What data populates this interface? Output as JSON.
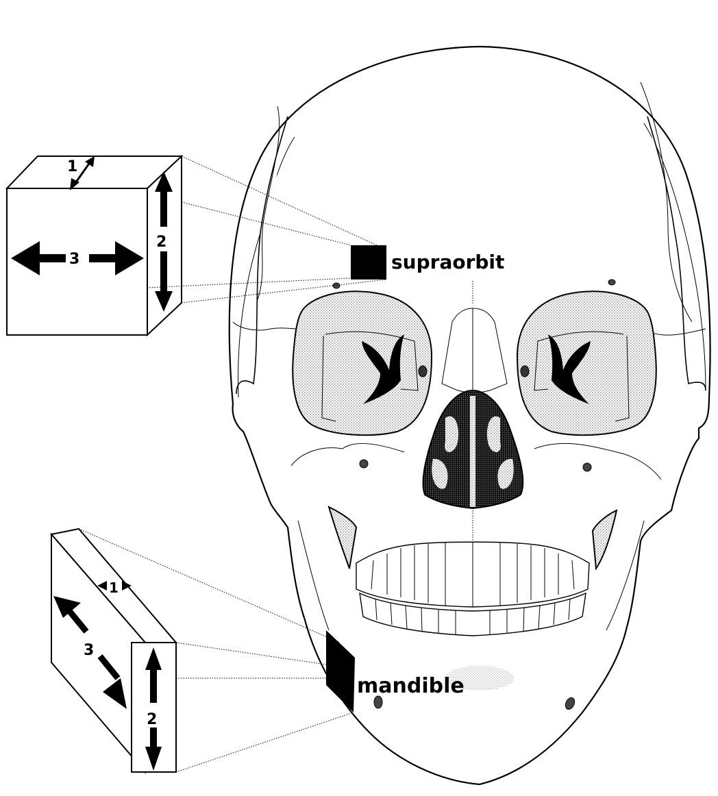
{
  "labels": {
    "supraorbit": "supraorbit",
    "mandible": "mandible"
  },
  "cube_axes": {
    "axis1": "1",
    "axis2": "2",
    "axis3": "3"
  },
  "slab_axes": {
    "axis1": "1",
    "axis2": "2",
    "axis3": "3"
  }
}
